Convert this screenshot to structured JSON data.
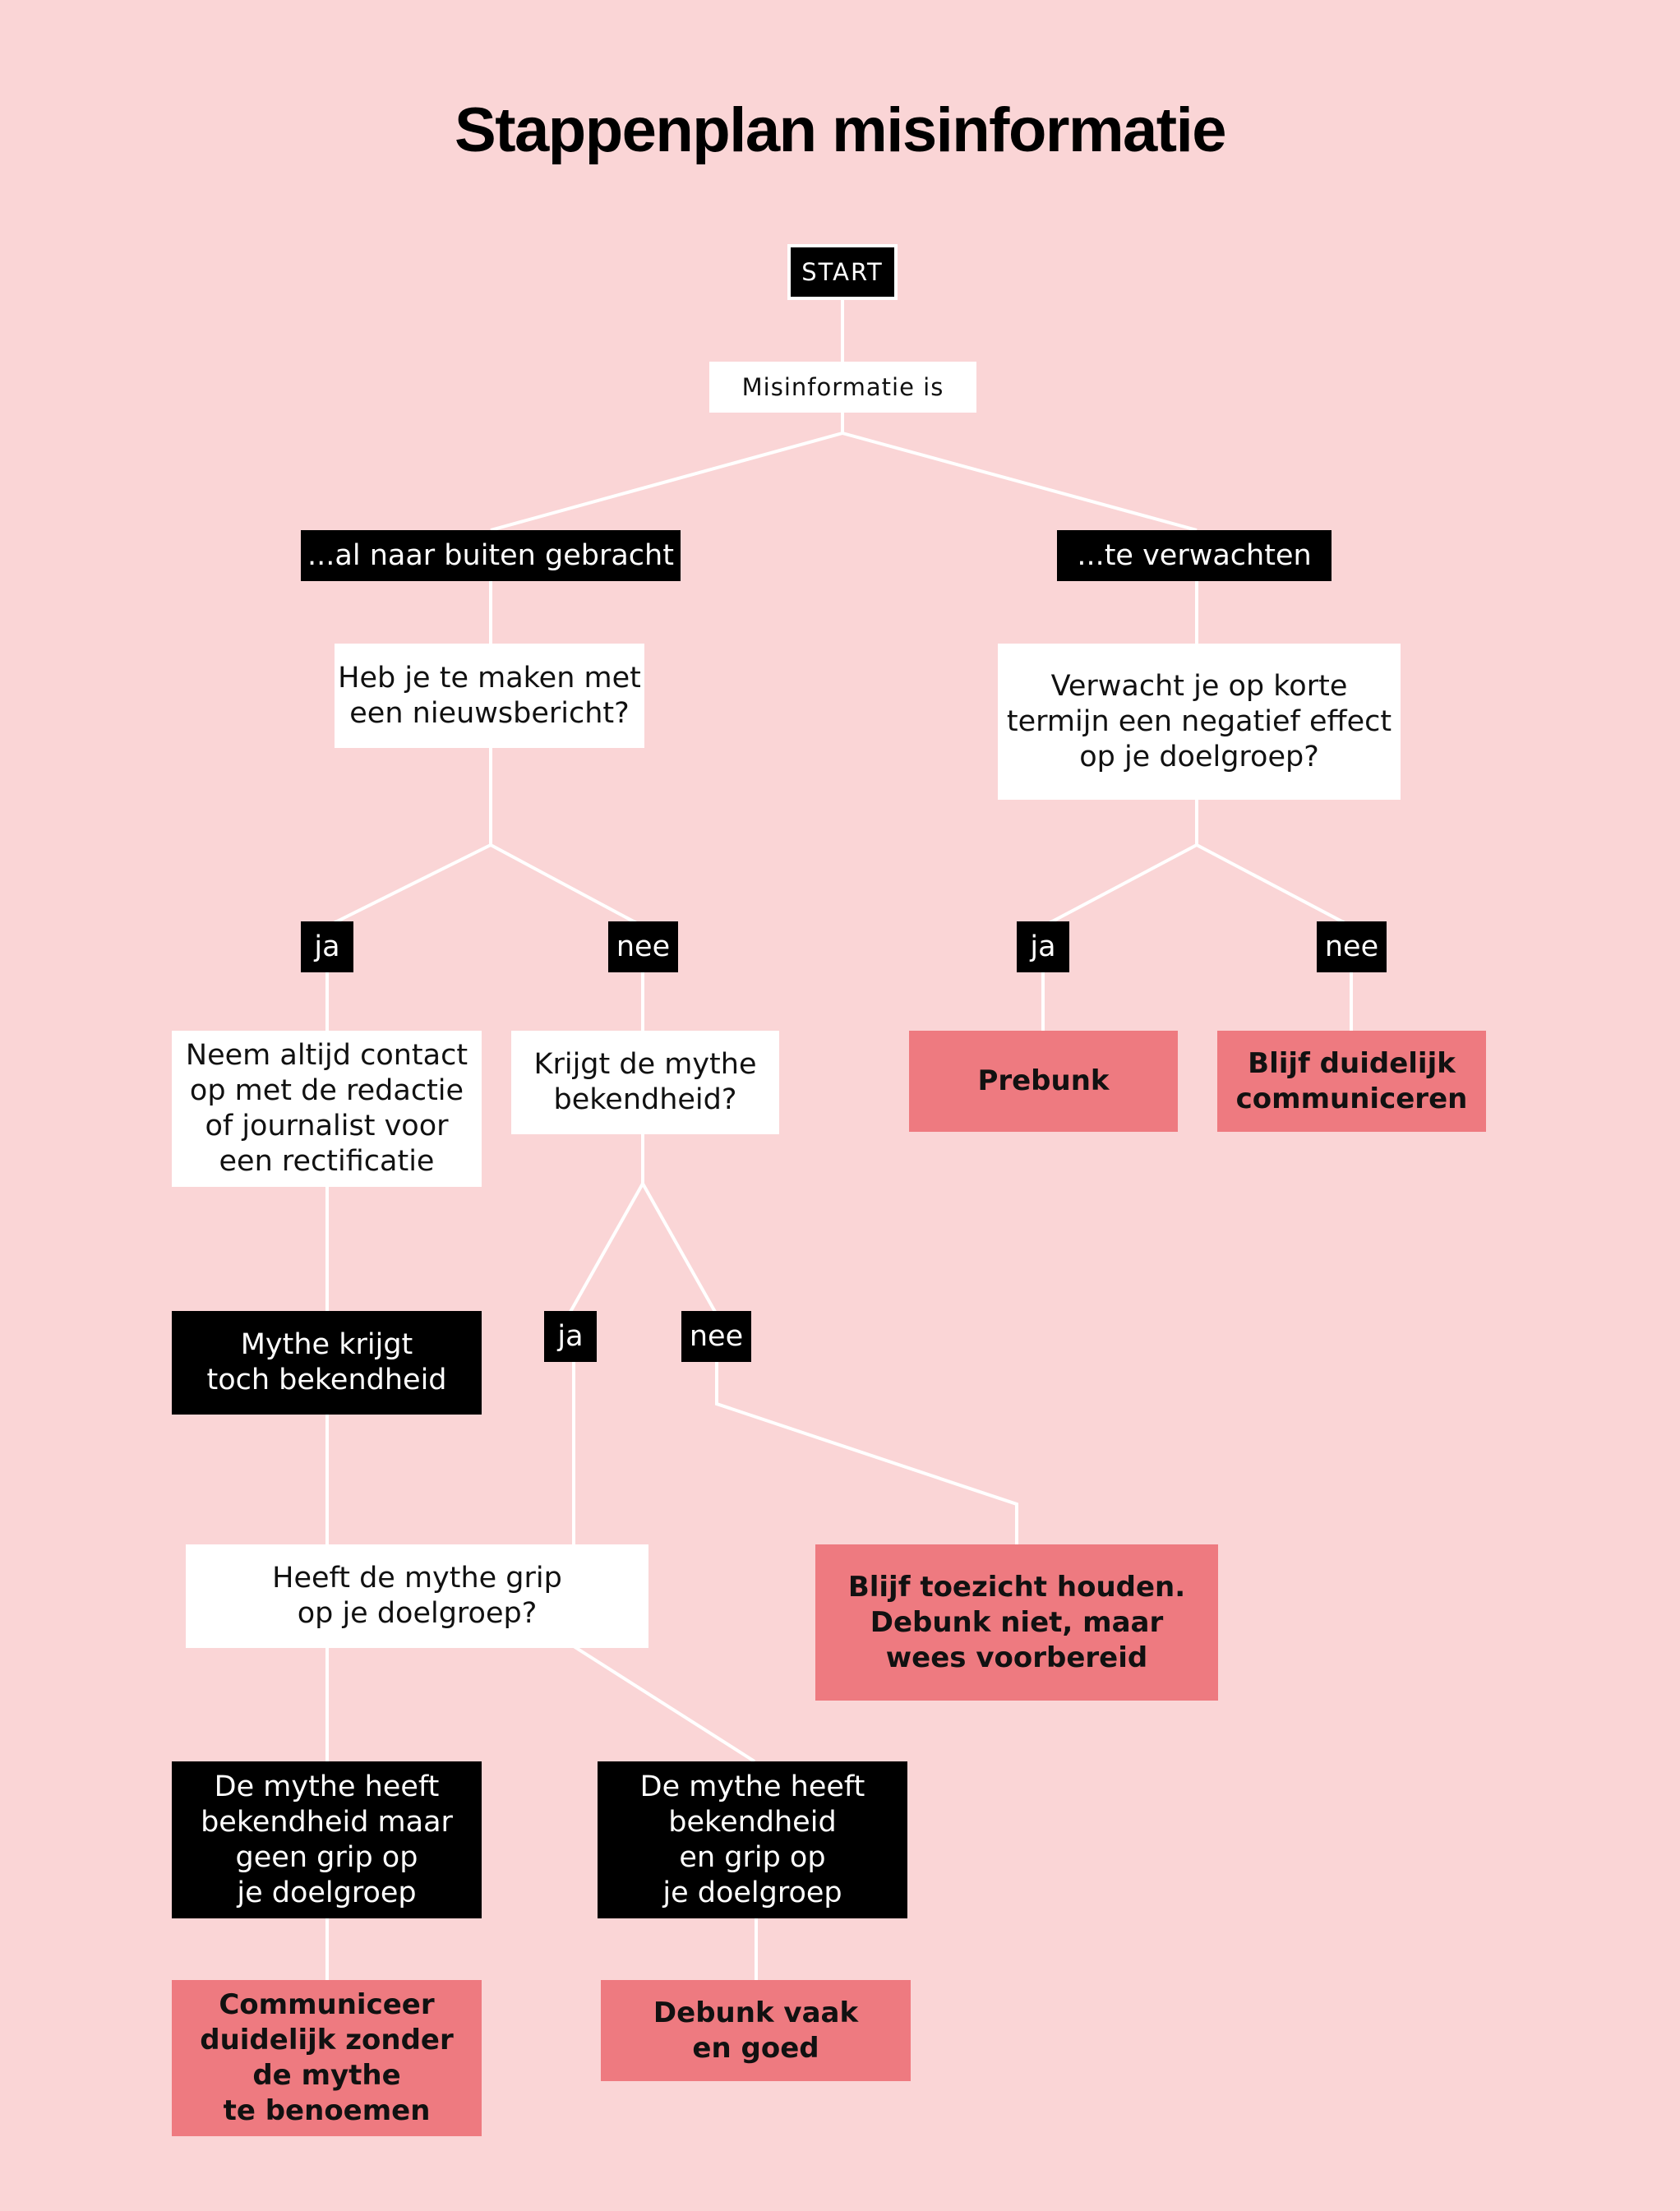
{
  "title": "Stappenplan misinformatie",
  "colors": {
    "background": "#fad5d6",
    "black_box": "#000000",
    "white_box": "#ffffff",
    "outcome_box": "#ee7a80",
    "connector": "#ffffff"
  },
  "nodes": {
    "start": "START",
    "misinformatie_is": "Misinformatie is",
    "al_naar_buiten": "...al naar buiten gebracht",
    "te_verwachten": "...te verwachten",
    "nieuwsbericht_q": "Heb je te maken met\neen nieuwsbericht?",
    "negatief_effect_q": "Verwacht je op korte\ntermijn een negatief effect\nop je doelgroep?",
    "ja_1": "ja",
    "nee_1": "nee",
    "ja_2": "ja",
    "nee_2": "nee",
    "neem_contact": "Neem altijd contact\nop met de redactie\nof journalist voor\neen rectificatie",
    "bekendheid_q": "Krijgt de mythe\nbekendheid?",
    "prebunk": "Prebunk",
    "blijf_duidelijk": "Blijf duidelijk\ncommuniceren",
    "ja_3": "ja",
    "nee_3": "nee",
    "mythe_krijgt": "Mythe krijgt\ntoch bekendheid",
    "grip_q": "Heeft de mythe grip\nop je doelgroep?",
    "blijf_toezicht": "Blijf toezicht houden.\nDebunk niet, maar\nwees voorbereid",
    "geen_grip": "De mythe heeft\nbekendheid maar\ngeen grip op\nje doelgroep",
    "wel_grip": "De mythe heeft\nbekendheid\nen grip op\nje doelgroep",
    "communiceer": "Communiceer\nduidelijk zonder\nde mythe\nte benoemen",
    "debunk": "Debunk vaak\nen goed"
  }
}
